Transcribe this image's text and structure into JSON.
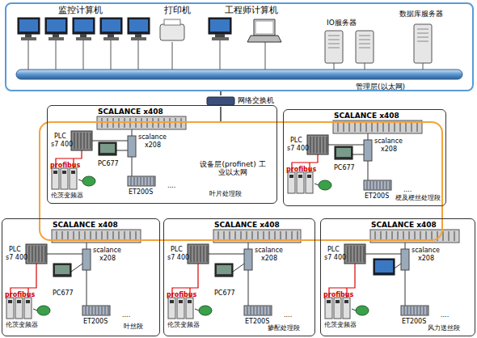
{
  "diagram": {
    "nodes": [
      {
        "text": [
          "管理层(以太网)"
        ]
      },
      {
        "text": [
          "网络交换机"
        ]
      },
      {
        "text": [
          "设备层(profinet) 工业以太网"
        ]
      },
      {
        "text": [
          "SCALANCE x408",
          "PLC",
          "s7 400",
          "profibus",
          "PC677",
          "scalance",
          "x208",
          "伦茨变频器",
          "ET200S",
          "....",
          "叶片处理段"
        ]
      },
      {
        "text": [
          "SCALANCE x408",
          "PLC",
          "s7 400",
          "profibus",
          "PC677",
          "scalance",
          "x208",
          "ET200S",
          "....",
          "梗及梗丝处理段"
        ]
      },
      {
        "text": [
          "SCALANCE x408",
          "PLC",
          "s7 400",
          "profibus",
          "PC677",
          "scalance",
          "x208",
          "伦茨变频器",
          "ET200S",
          "....",
          "叶丝段"
        ]
      },
      {
        "text": [
          "SCALANCE x408",
          "PLC",
          "s7 400",
          "profibus",
          "PC677",
          "scalance",
          "x208",
          "伦茨变频器",
          "ET200S",
          "....",
          "掺配处理段"
        ]
      },
      {
        "text": [
          "SCALANCE x408",
          "PLC",
          "s7 400",
          "profibus",
          "scalance",
          "x208",
          "伦茨变频器",
          "ET200S",
          "....",
          "风力送丝段"
        ]
      }
    ],
    "edges": [
      {
        "from": 1,
        "to": 0,
        "arrow": "none"
      },
      {
        "from": 1,
        "to": 2,
        "arrow": "none"
      }
    ],
    "labels": [
      "监控计算机",
      "打印机",
      "工程师计算机",
      "IO服务器",
      "数据库服务器"
    ]
  }
}
